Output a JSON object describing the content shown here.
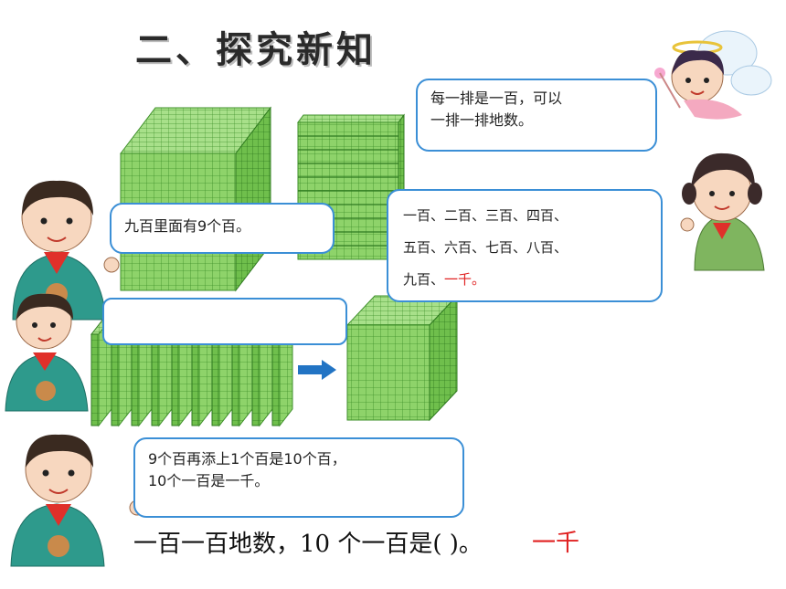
{
  "title": "二、探究新知",
  "bubbles": {
    "angel": {
      "line1": "每一排是一百，可以",
      "line2": "一排一排地数。"
    },
    "boy_top": {
      "line1": "九百里面有9个百。"
    },
    "girl": {
      "line1": "一百、二百、三百、四百、",
      "line2": "五百、六百、七百、八百、",
      "line3_prefix": "九百、",
      "line3_red": "一千。"
    },
    "boy_bottom": {
      "line1": "9个百再添上1个百是10个百，",
      "line2": "10个一百是一千。"
    }
  },
  "sentence": {
    "text": "一百一百地数，10 个一百是(      )。",
    "answer": "一千"
  },
  "colors": {
    "cube_green": "#8ed36a",
    "grid_line": "#3e8f2a",
    "bubble_border": "#3b8fd6",
    "arrow_blue": "#2274c4",
    "answer_red": "#e02020"
  },
  "icons": [
    "angel-girl-icon",
    "pigtail-girl-icon",
    "boy-top-icon",
    "boy-middle-icon",
    "boy-bottom-icon",
    "right-arrow-icon"
  ]
}
